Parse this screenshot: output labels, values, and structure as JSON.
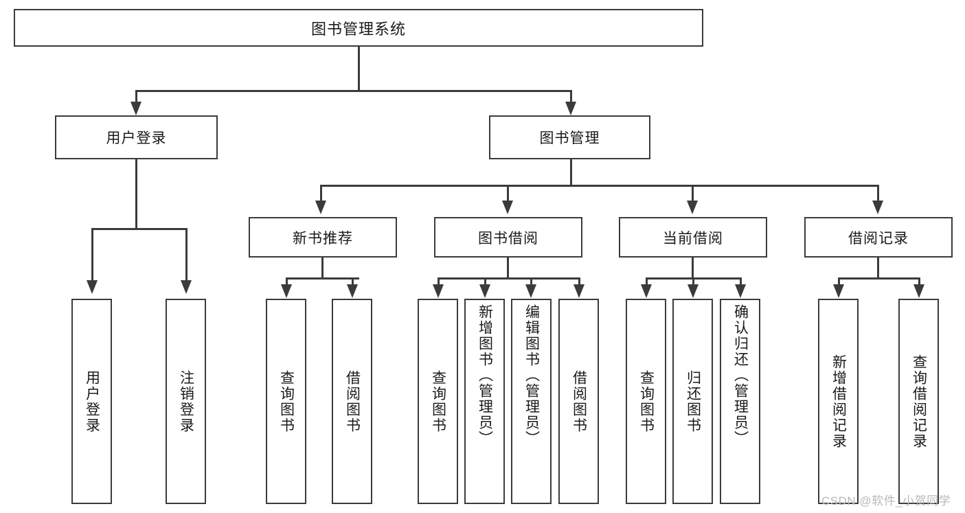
{
  "diagram": {
    "title": "图书管理系统",
    "root": {
      "label": "图书管理系统"
    },
    "level1": [
      {
        "label": "用户登录"
      },
      {
        "label": "图书管理"
      }
    ],
    "level2": [
      {
        "label": "新书推荐"
      },
      {
        "label": "图书借阅"
      },
      {
        "label": "当前借阅"
      },
      {
        "label": "借阅记录"
      }
    ],
    "leaves": {
      "user_login": [
        {
          "label": "用户登录"
        },
        {
          "label": "注销登录"
        }
      ],
      "new_book": [
        {
          "label": "查询图书"
        },
        {
          "label": "借阅图书"
        }
      ],
      "book_borrow": [
        {
          "label": "查询图书"
        },
        {
          "label": "新增图书（管理员）"
        },
        {
          "label": "编辑图书（管理员）"
        },
        {
          "label": "借阅图书"
        }
      ],
      "current_borrow": [
        {
          "label": "查询图书"
        },
        {
          "label": "归还图书"
        },
        {
          "label": "确认归还（管理员）"
        }
      ],
      "borrow_record": [
        {
          "label": "新增借阅记录"
        },
        {
          "label": "查询借阅记录"
        }
      ]
    }
  },
  "watermark": {
    "text": "CSDN @软件_小贺同学"
  },
  "colors": {
    "stroke": "#3b3b3b",
    "background": "#ffffff",
    "text": "#1a1a1a",
    "watermark": "#b9b9b9"
  }
}
